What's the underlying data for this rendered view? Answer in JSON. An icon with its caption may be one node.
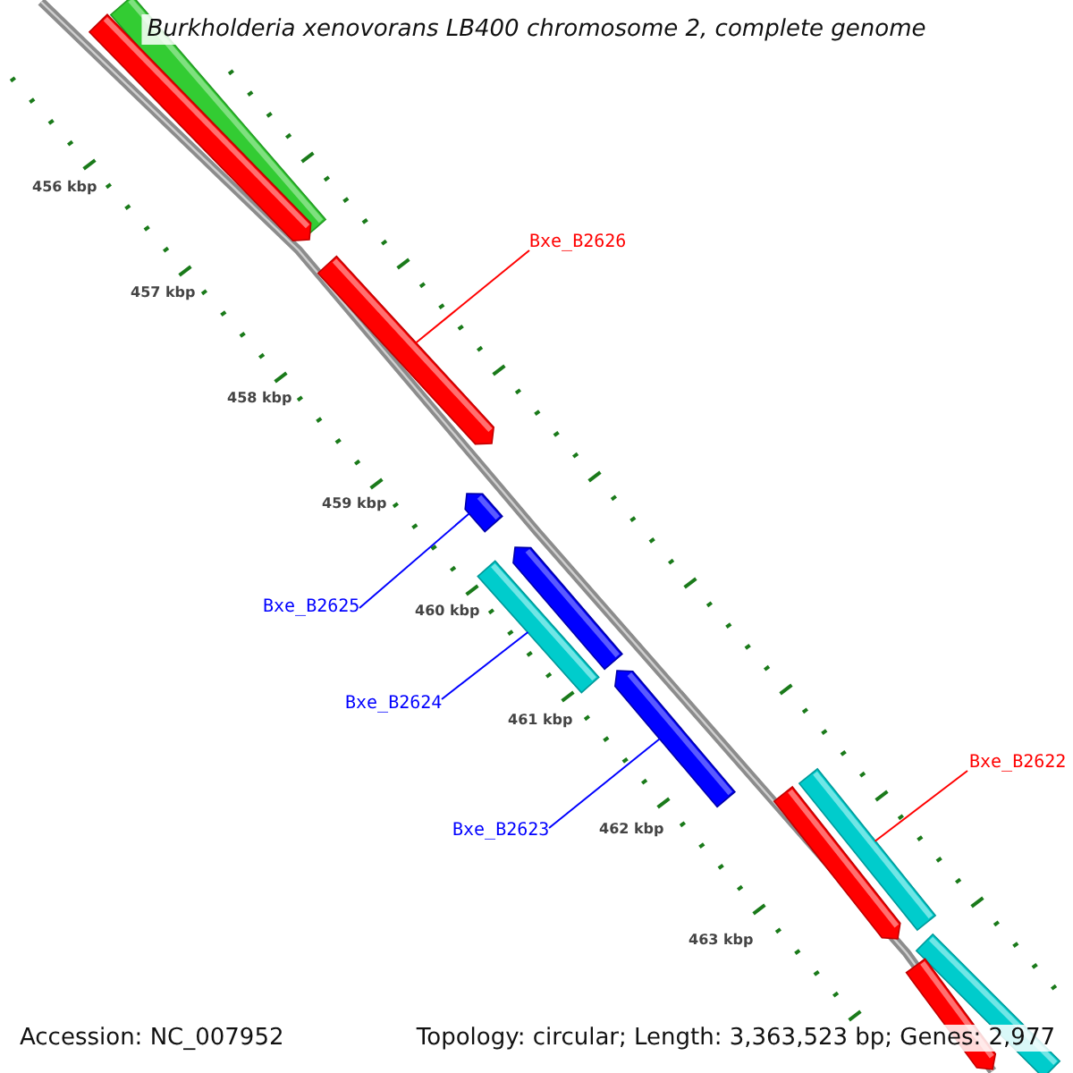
{
  "diagram": {
    "title": "Burkholderia xenovorans LB400 chromosome 2, complete genome",
    "nodes": [
      {
        "text": [],
        "shape": "bar"
      },
      {
        "text": [],
        "shape": "bar"
      },
      {
        "text": [],
        "shape": "bar"
      },
      {
        "text": [],
        "shape": "bar"
      },
      {
        "text": [],
        "shape": "bar"
      },
      {
        "text": [],
        "shape": "bar"
      },
      {
        "text": [],
        "shape": "bar"
      },
      {
        "text": [],
        "shape": "bar"
      },
      {
        "text": [],
        "shape": "bar"
      },
      {
        "text": [],
        "shape": "bar"
      },
      {
        "text": [],
        "shape": "bar"
      },
      {
        "text": [
          "Bxe_B2626"
        ]
      },
      {
        "text": [
          "Bxe_B2625"
        ]
      },
      {
        "text": [
          "Bxe_B2624"
        ]
      },
      {
        "text": [
          "Bxe_B2623"
        ]
      },
      {
        "text": [
          "Bxe_B2622"
        ]
      }
    ],
    "edges": [
      {
        "from": 11,
        "to": 2,
        "arrow": "none",
        "color": "#ff0000"
      },
      {
        "from": 12,
        "to": 3,
        "arrow": "none"
      },
      {
        "from": 13,
        "to": 5,
        "arrow": "none"
      },
      {
        "from": 14,
        "to": 6,
        "arrow": "none"
      },
      {
        "from": 15,
        "to": 7,
        "arrow": "none",
        "color": "#ff0000"
      }
    ],
    "labels": [
      "456 kbp",
      "457 kbp",
      "458 kbp",
      "459 kbp",
      "460 kbp",
      "461 kbp",
      "462 kbp",
      "463 kbp",
      "Accession: NC_007952",
      "Topology: circular; Length: 3,363,523 bp; Genes: 2,977"
    ]
  }
}
